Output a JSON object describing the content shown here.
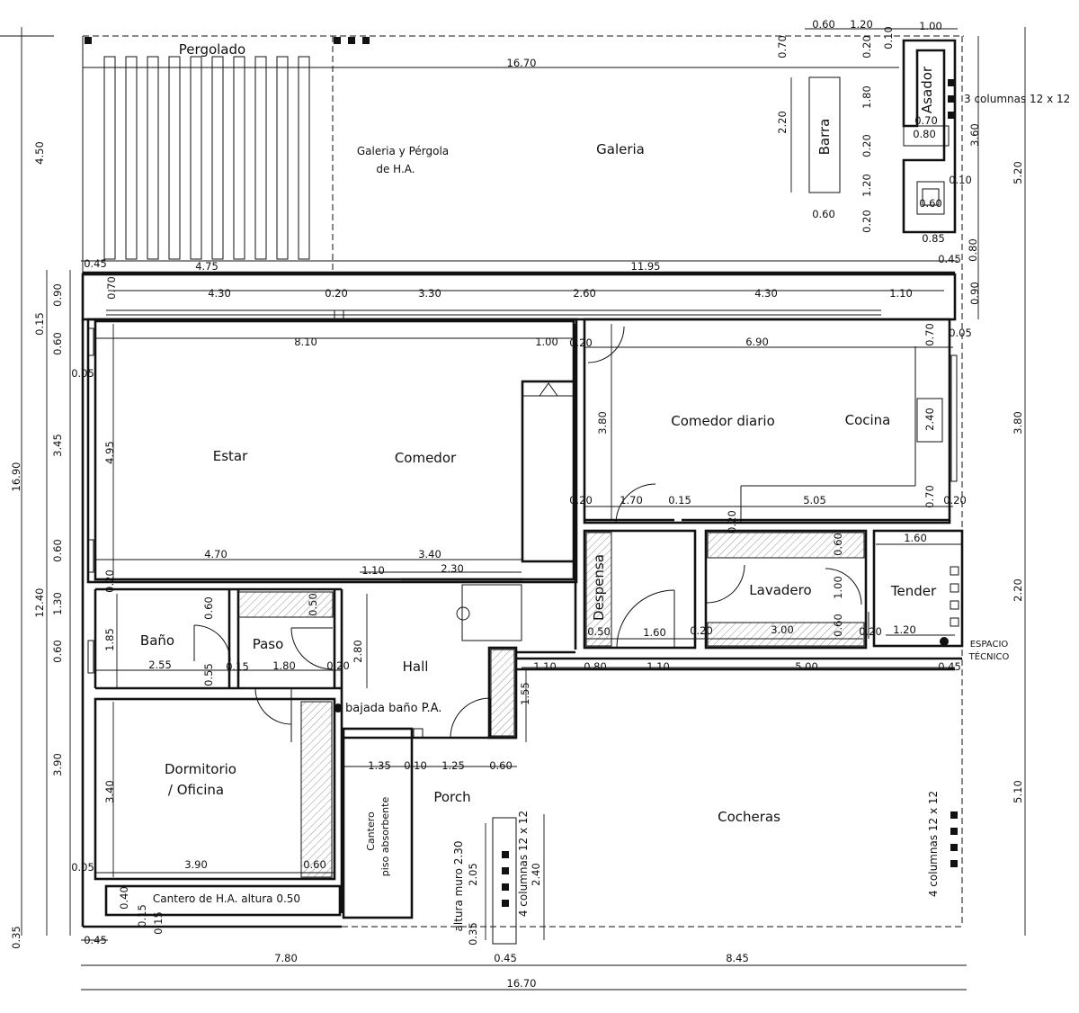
{
  "rooms": {
    "pergolado": "Pergolado",
    "galeria_pergola_1": "Galeria y Pérgola",
    "galeria_pergola_2": "de H.A.",
    "galeria": "Galeria",
    "barra": "Barra",
    "asador": "Asador",
    "estar": "Estar",
    "comedor": "Comedor",
    "comedor_diario": "Comedor diario",
    "cocina": "Cocina",
    "despensa": "Despensa",
    "lavadero": "Lavadero",
    "tender": "Tender",
    "bano": "Baño",
    "paso": "Paso",
    "hall": "Hall",
    "dormitorio_1": "Dormitorio",
    "dormitorio_2": "/ Oficina",
    "porch": "Porch",
    "cocheras": "Cocheras"
  },
  "notes": {
    "columnas_top": "3 columnas 12 x 12",
    "espacio_tecnico_1": "ESPACIO",
    "espacio_tecnico_2": "TÉCNICO",
    "bajada": "bajada baño P.A.",
    "cantero_ha": "Cantero de H.A. altura 0.50",
    "cantero_1": "Cantero",
    "cantero_2": "piso absorbente",
    "altura_muro": "altura muro 2.30",
    "columnas_porch": "4 columnas 12 x 12",
    "columnas_cocheras": "4 columnas 12 x 12"
  },
  "dims": {
    "top_060": "0.60",
    "top_120": "1.20",
    "top_100": "1.00",
    "galeria_1670": "16.70",
    "gal_070": "0.70",
    "gal_020a": "0.20",
    "gal_010": "0.10",
    "gal_220": "2.20",
    "gal_180": "1.80",
    "gal_070b": "0.70",
    "gal_080": "0.80",
    "gal_360": "3.60",
    "gal_020b": "0.20",
    "gal_120": "1.20",
    "gal_010b": "0.10",
    "gal_060": "0.60",
    "gal_060b": "0.60",
    "gal_020c": "0.20",
    "gal_085": "0.85",
    "gal_080b": "0.80",
    "left_450": "4.50",
    "right_520": "5.20",
    "row_045a": "0.45",
    "row_475": "4.75",
    "row_1195": "11.95",
    "row_045b": "0.45",
    "row_090a": "0.90",
    "row_070": "0.70",
    "row_430a": "4.30",
    "row_020": "0.20",
    "row_330": "3.30",
    "row_260": "2.60",
    "row_430b": "4.30",
    "row_110": "1.10",
    "row_090b": "0.90",
    "left_015": "0.15",
    "left_060a": "0.60",
    "row_810": "8.10",
    "row_100": "1.00",
    "row_020b": "0.20",
    "row_690": "6.90",
    "k_070": "0.70",
    "k_005": "0.05",
    "left_005": "0.05",
    "left_345": "3.45",
    "estar_495": "4.95",
    "left_1690": "16.90",
    "com_380": "3.80",
    "cocina_240": "2.40",
    "right_380": "3.80",
    "k_020a": "0.20",
    "k_170": "1.70",
    "k_015": "0.15",
    "k_505": "5.05",
    "k_070b": "0.70",
    "k_020b": "0.20",
    "left_060b": "0.60",
    "estar_470": "4.70",
    "hall_340": "3.40",
    "hall_110": "1.10",
    "hall_230": "2.30",
    "k_020c": "0.20",
    "lav_060": "0.60",
    "tend_160": "1.60",
    "right_220": "2.20",
    "left_1240": "12.40",
    "left_130": "1.30",
    "bano_020": "0.20",
    "bano_060": "0.60",
    "paso_050": "0.50",
    "lav_100": "1.00",
    "bano_185": "1.85",
    "hall_280": "2.80",
    "desp_050": "0.50",
    "desp_160": "1.60",
    "lav_020": "0.20",
    "lav_300": "3.00",
    "lav_060b": "0.60",
    "lav_020b": "0.20",
    "tend_120": "1.20",
    "left_060c": "0.60",
    "bano_255": "2.55",
    "bano_055": "0.55",
    "bano_015": "0.15",
    "paso_180": "1.80",
    "paso_020": "0.20",
    "c_110": "1.10",
    "c_080": "0.80",
    "c_110b": "1.10",
    "c_500": "5.00",
    "c_045": "0.45",
    "hall_155": "1.55",
    "left_390": "3.90",
    "dorm_340": "3.40",
    "right_510": "5.10",
    "porch_135": "1.35",
    "porch_010": "0.10",
    "porch_125": "1.25",
    "porch_060": "0.60",
    "porch_205": "2.05",
    "porch_240": "2.40",
    "porch_035": "0.35",
    "left_005b": "0.05",
    "dorm_390": "3.90",
    "dorm_060": "0.60",
    "cant_040": "0.40",
    "cant_015": "0.15",
    "cant_015b": "0.15",
    "left_035": "0.35",
    "bot_045a": "0.45",
    "bot_780": "7.80",
    "bot_045b": "0.45",
    "bot_845": "8.45",
    "bot_1670": "16.70"
  }
}
